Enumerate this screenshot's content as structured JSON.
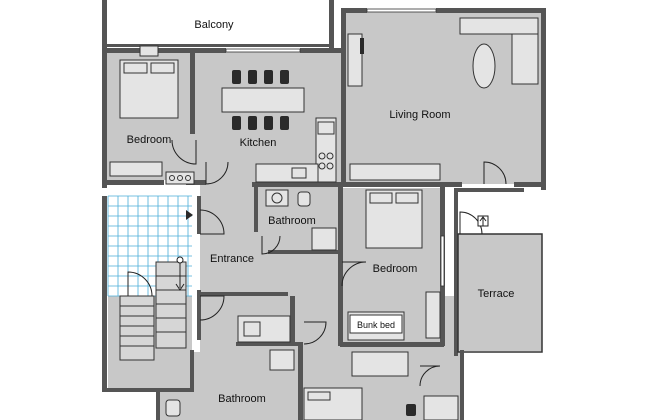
{
  "rooms": [
    {
      "id": "balcony",
      "label": "Balcony"
    },
    {
      "id": "bedroom_1",
      "label": "Bedroom"
    },
    {
      "id": "kitchen",
      "label": "Kitchen"
    },
    {
      "id": "living_room",
      "label": "Living Room"
    },
    {
      "id": "bathroom_1",
      "label": "Bathroom"
    },
    {
      "id": "entrance",
      "label": "Entrance"
    },
    {
      "id": "bedroom_2",
      "label": "Bedroom"
    },
    {
      "id": "terrace",
      "label": "Terrace"
    },
    {
      "id": "bunk_bed",
      "label": "Bunk bed"
    },
    {
      "id": "bathroom_2",
      "label": "Bathroom"
    }
  ],
  "colors": {
    "wall": "#555555",
    "floor": "#c8c8c8",
    "stair_grid": "#4aaed8"
  }
}
